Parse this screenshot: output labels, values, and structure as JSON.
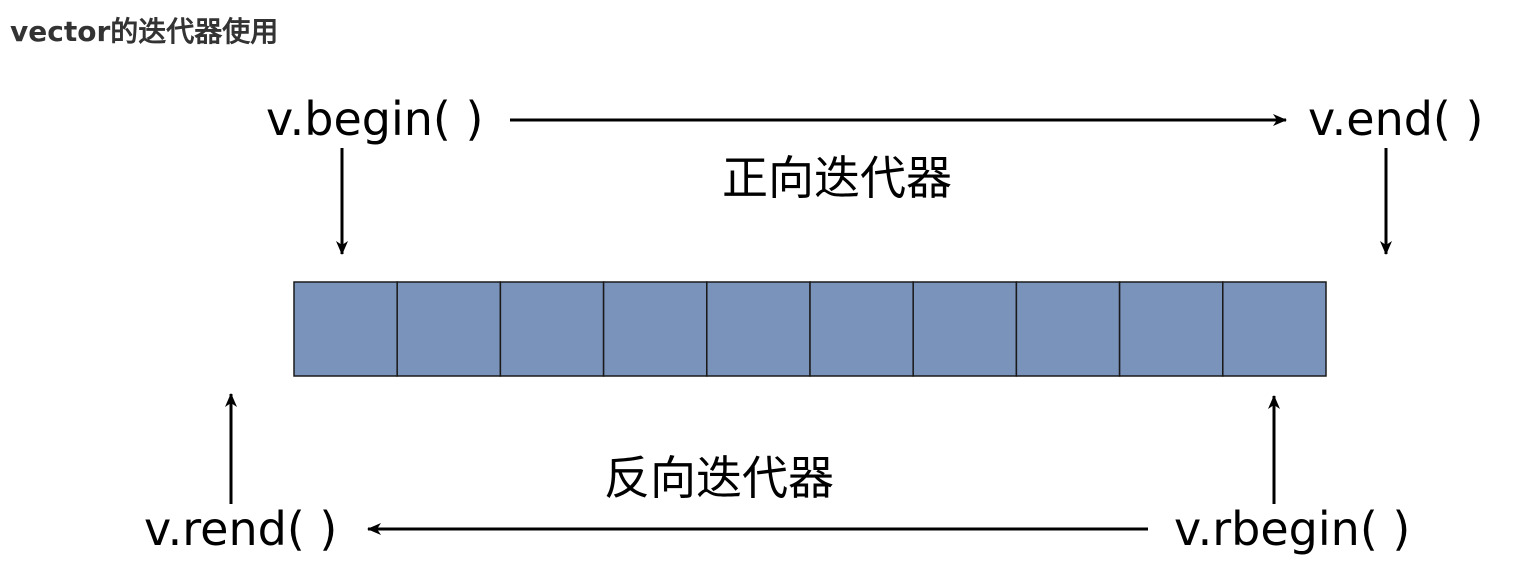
{
  "heading": "vector的迭代器使用",
  "diagram": {
    "begin_label": "v.begin( )",
    "end_label": "v.end( )",
    "forward_label": "正向迭代器",
    "rbegin_label": "v.rbegin( )",
    "rend_label": "v.rend( )",
    "reverse_label": "反向迭代器",
    "cell_count": 10,
    "cell_color": "#7a93bb",
    "cell_border_color": "#1a1a1a",
    "arrow_color": "#000000"
  }
}
